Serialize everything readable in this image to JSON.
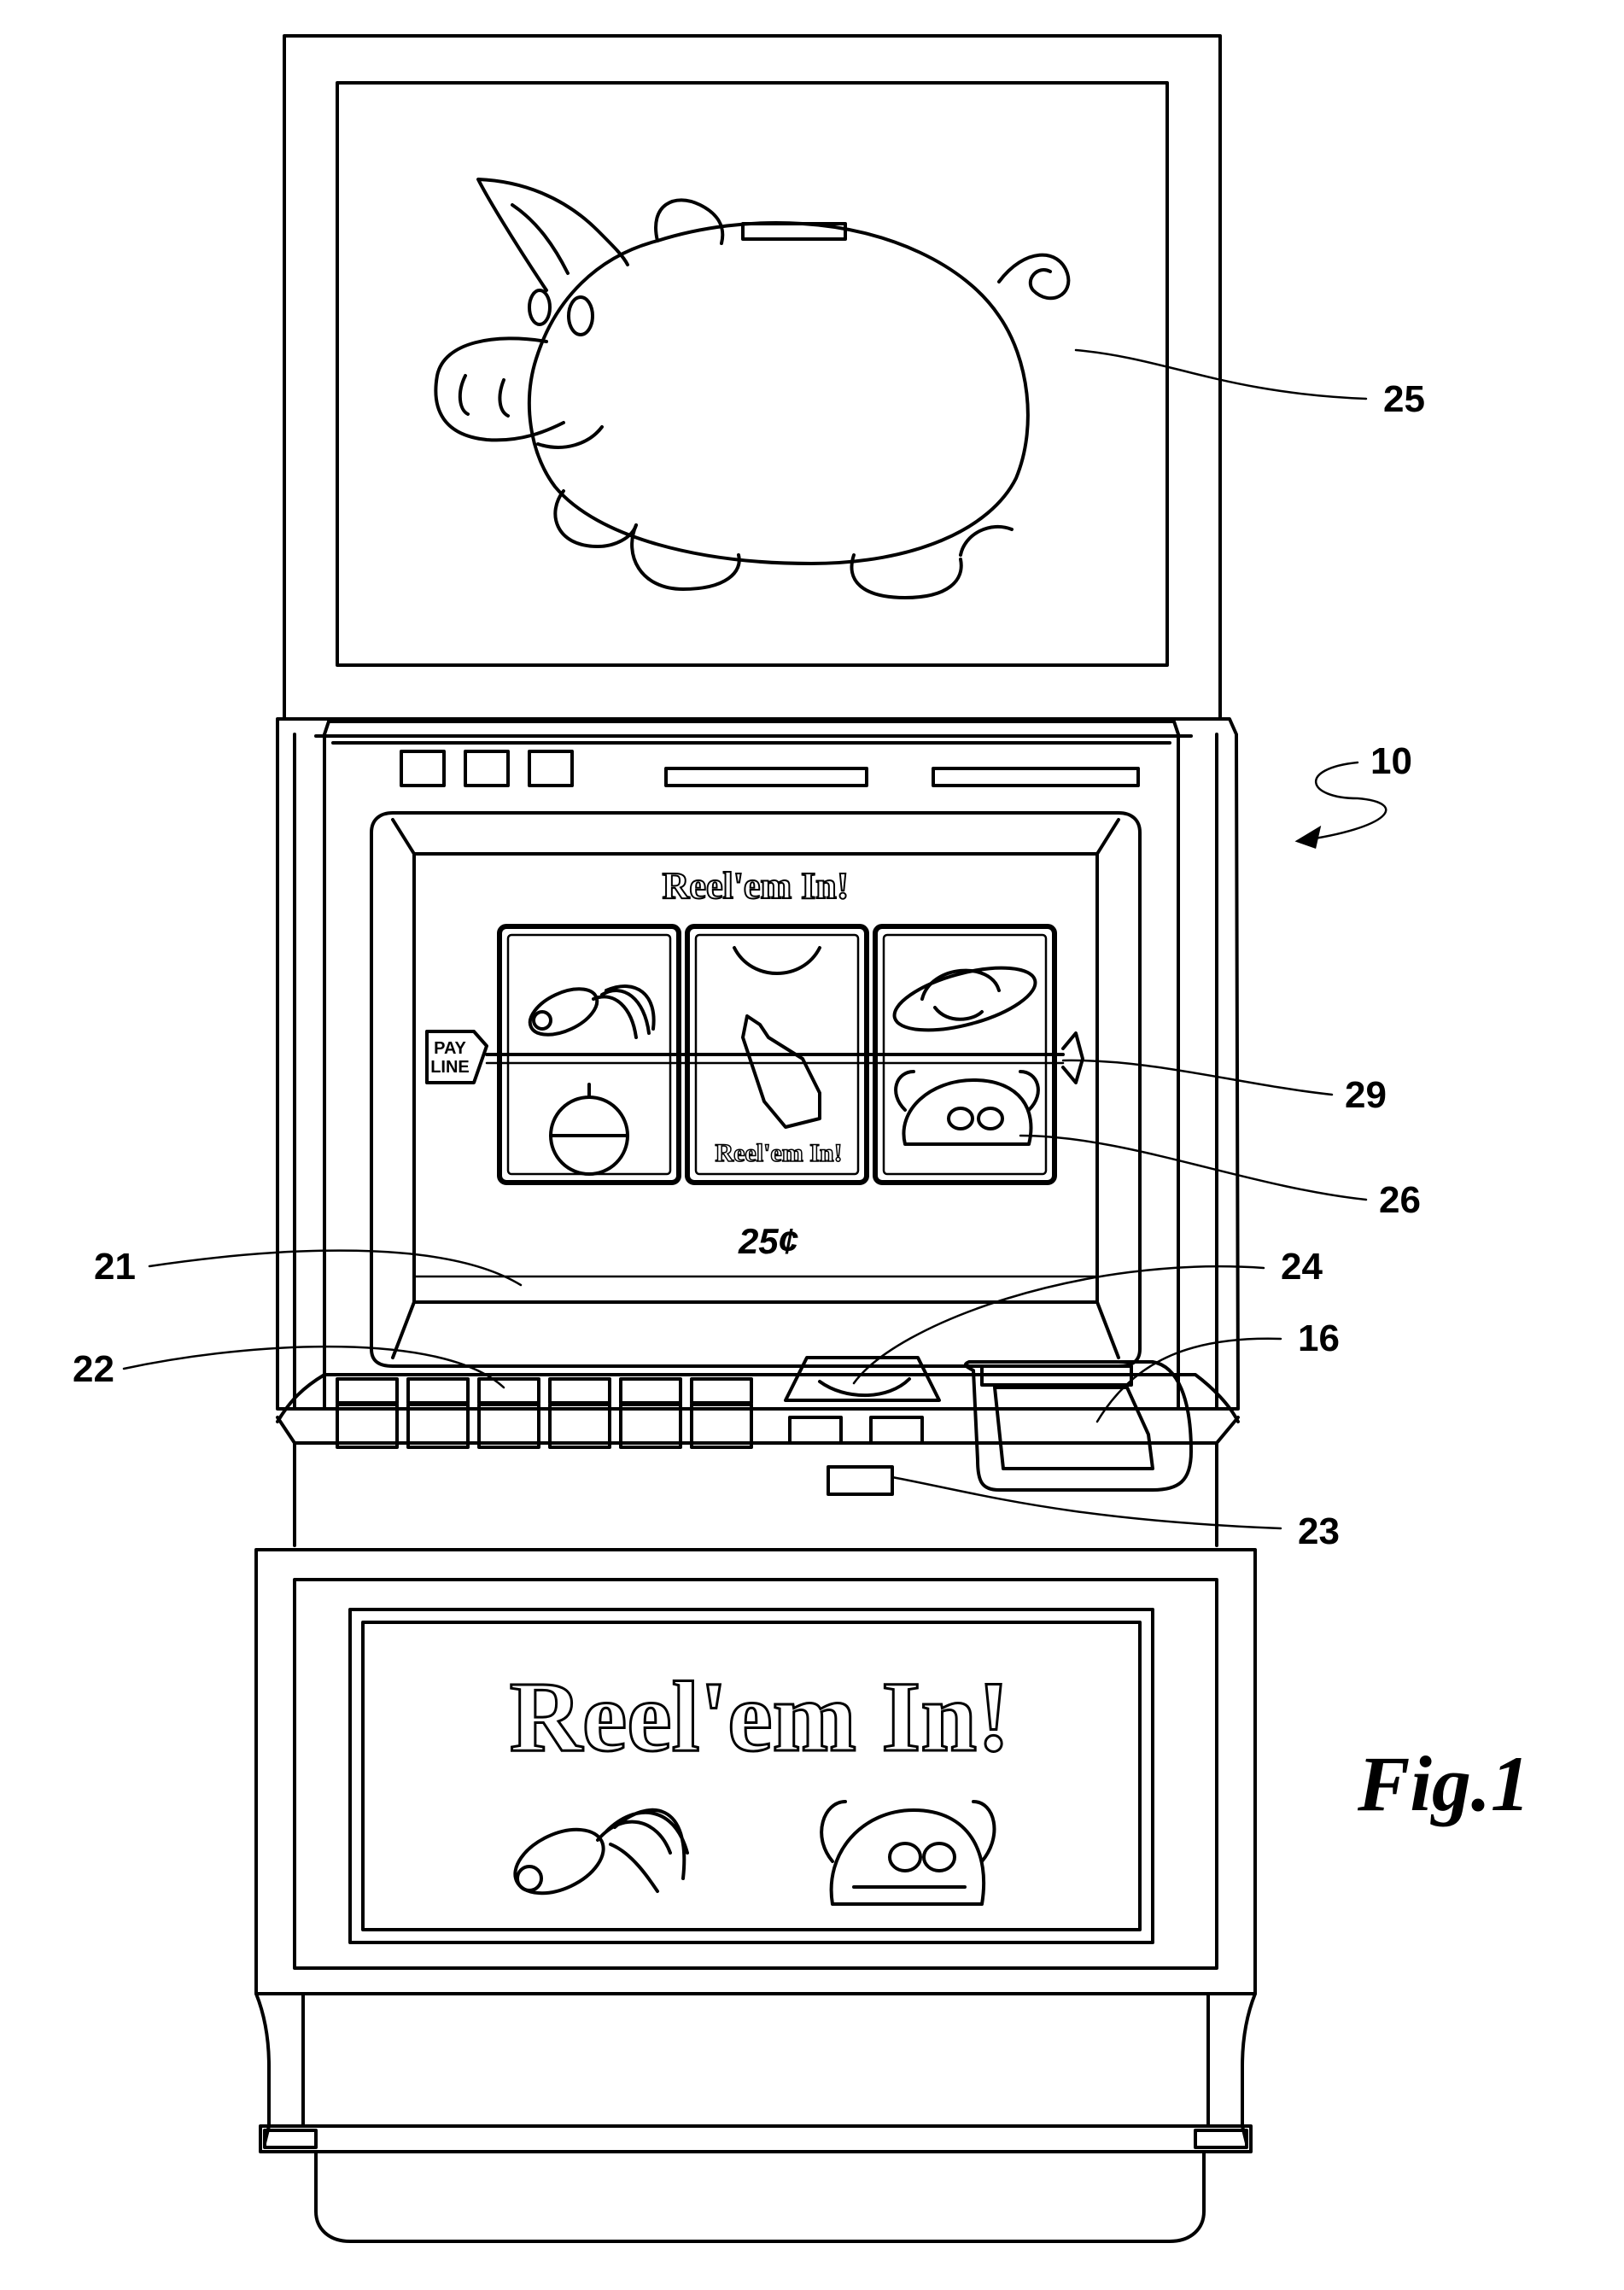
{
  "figure_label": "Fig.1",
  "game_title": "Reel'em In!",
  "reel_symbol_text": "Reel'em In!",
  "denomination": "25¢",
  "payline_label": [
    "PAY",
    "LINE"
  ],
  "reference_numerals": {
    "machine": "10",
    "coin_acceptor": "16",
    "display": "21",
    "buttons": "22",
    "card_reader": "23",
    "bill_acceptor": "24",
    "top_box_display": "25",
    "reels": "26",
    "payline": "29"
  },
  "icons": [
    "piggy-bank-icon",
    "fishing-lure-icon",
    "bobber-icon",
    "bottle-icon",
    "hat-icon",
    "clam-icon",
    "fish-icon"
  ]
}
